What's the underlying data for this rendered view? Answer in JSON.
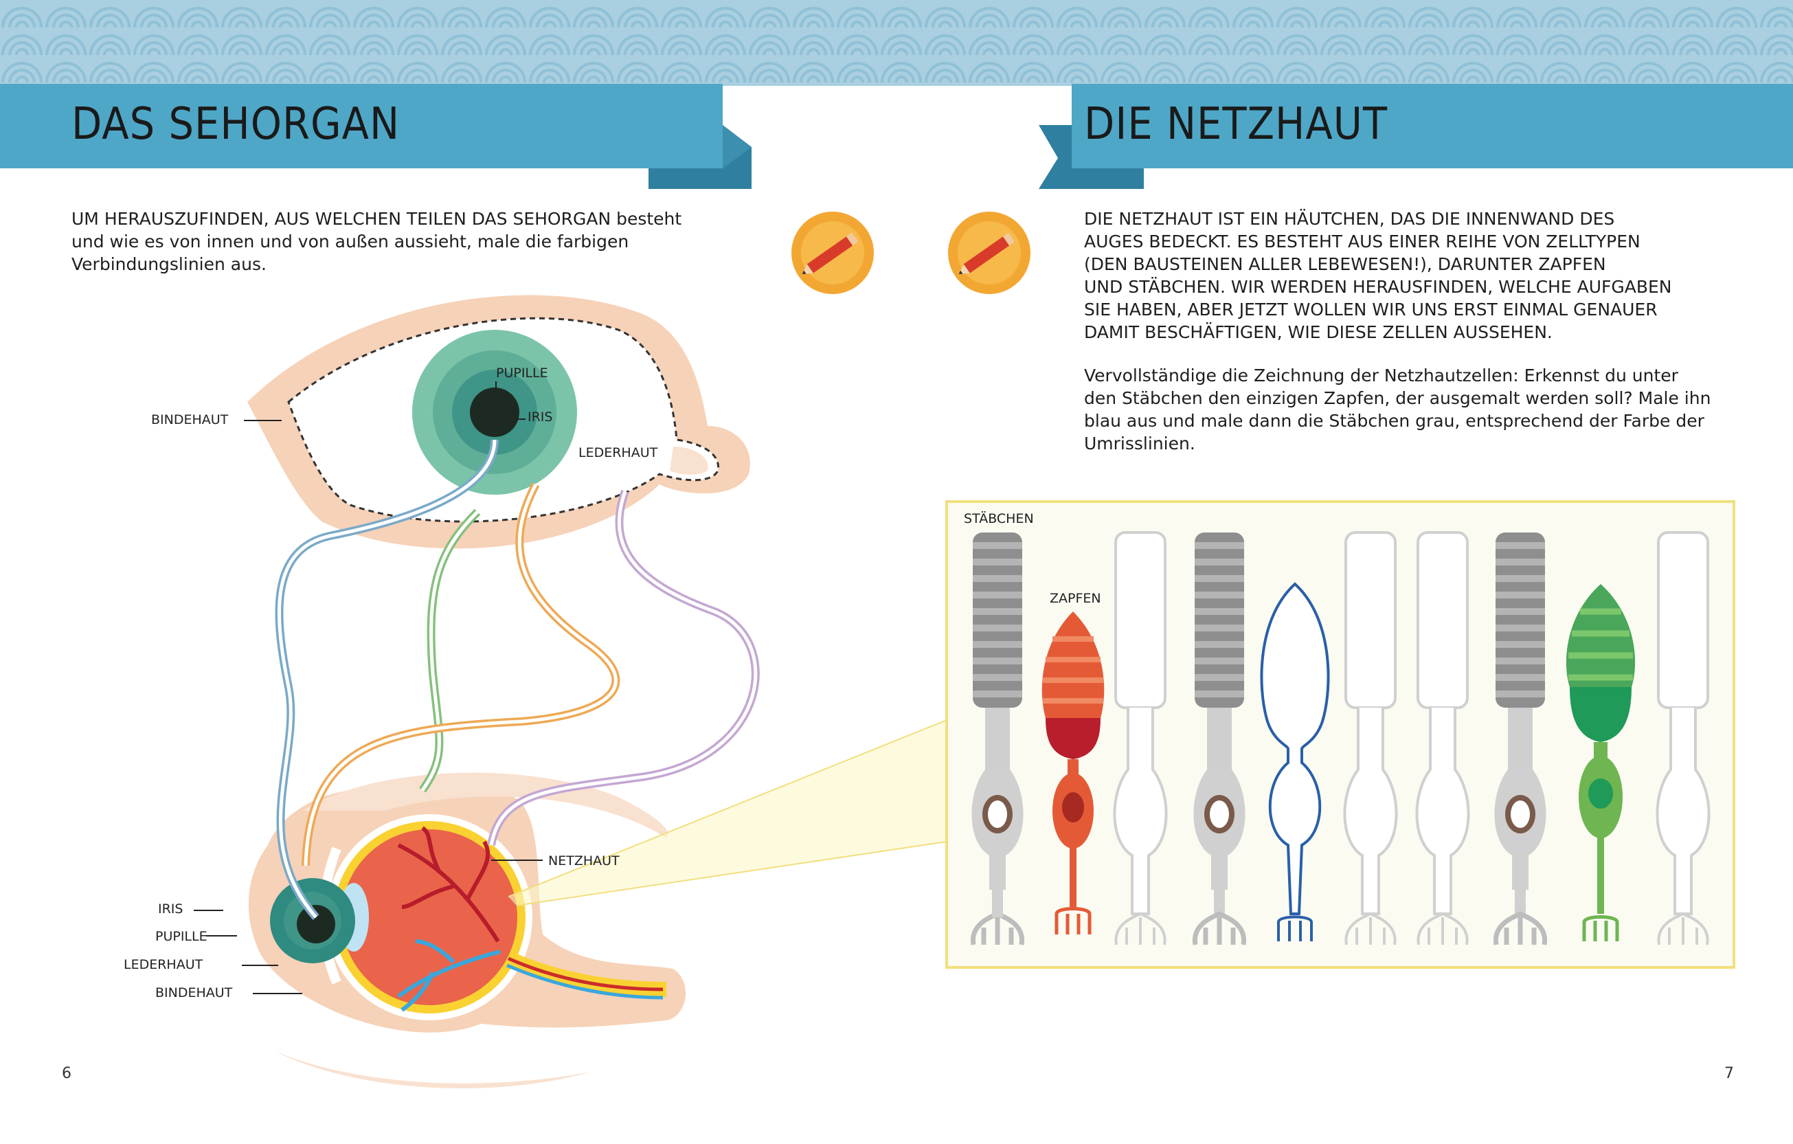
{
  "left_page": {
    "title": "Das Sehorgan",
    "intro_lines": [
      "UM HERAUSZUFINDEN, AUS WELCHEN TEILEN DAS SEHORGAN besteht",
      "und wie es von innen und von außen aussieht, male die farbigen",
      "Verbindungslinien aus."
    ],
    "outer_eye_labels": {
      "bindehaut": "BINDEHAUT",
      "pupille": "PUPILLE",
      "iris": "IRIS",
      "lederhaut": "LEDERHAUT"
    },
    "inner_eye_labels": {
      "iris": "IRIS",
      "pupille": "PUPILLE",
      "lederhaut": "LEDERHAUT",
      "bindehaut": "BINDEHAUT",
      "netzhaut": "NETZHAUT"
    },
    "page_number": "6"
  },
  "right_page": {
    "title": "Die Netzhaut",
    "body_lines": [
      "DIE NETZHAUT IST EIN HÄUTCHEN, DAS DIE INNENWAND DES",
      "AUGES BEDECKT. ES BESTEHT AUS EINER REIHE VON ZELLTYPEN",
      "(DEN BAUSTEINEN ALLER LEBEWESEN!), DARUNTER ZAPFEN",
      "UND STÄBCHEN. WIR WERDEN HERAUSFINDEN, WELCHE AUFGABEN",
      "SIE HABEN, ABER JETZT WOLLEN WIR UNS ERST EINMAL GENAUER",
      "DAMIT BESCHÄFTIGEN, WIE DIESE ZELLEN AUSSEHEN."
    ],
    "instruction_lines": [
      "Vervollständige die Zeichnung der Netzhautzellen: Erkennst du unter",
      "den Stäbchen den einzigen Zapfen, der ausgemalt werden soll? Male ihn",
      "blau aus und male dann die Stäbchen grau, entsprechend der Farbe der",
      "Umrisslinien."
    ],
    "cell_labels": {
      "rod": "STÄBCHEN",
      "cone": "ZAPFEN"
    },
    "page_number": "7"
  },
  "colors": {
    "banner_bg": "#a9cfe0",
    "ribbon": "#4fa7c7",
    "ribbon_fold": "#2f7fa0",
    "skin": "#f6d2b8",
    "skin_dark": "#eeb792",
    "iris_light": "#7cc4a9",
    "iris_dark": "#2f8a80",
    "pupil": "#1d2a22",
    "line_blue": "#7aa9c8",
    "line_green": "#86c07e",
    "line_orange": "#eea955",
    "line_purple": "#c4a7d2",
    "eyeball": "#e9644a",
    "retina_yellow": "#f9d232",
    "panel_border": "#f1df7e",
    "panel_bg": "#fbfbf2",
    "rod_gray": "#a7a7a7",
    "cone_red": "#e55a36",
    "cone_outline": "#2a5fa8",
    "cone_green": "#4aa65a",
    "pencil_badge": "#f3a733"
  },
  "icons": [
    "pencil-icon",
    "pencil-icon"
  ]
}
